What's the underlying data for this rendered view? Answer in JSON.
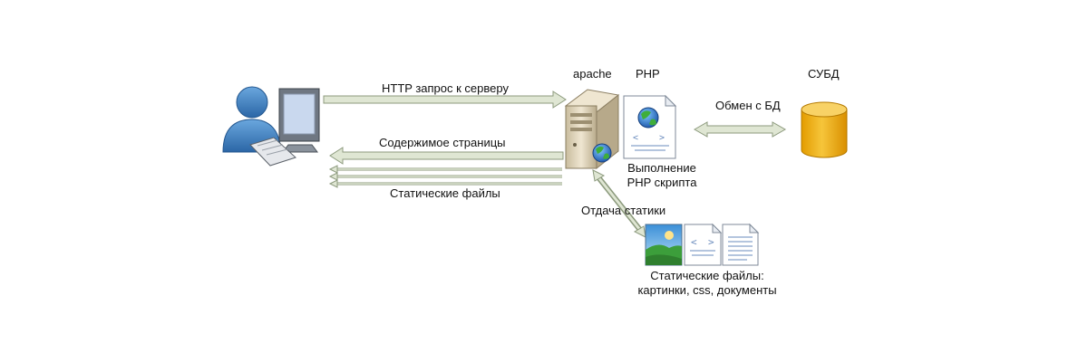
{
  "labels": {
    "apache": "apache",
    "php": "PHP",
    "dbms": "СУБД",
    "http_request": "HTTP запрос к серверу",
    "page_content": "Содержимое страницы",
    "static_files": "Статические файлы",
    "db_exchange": "Обмен с БД",
    "php_exec_line1": "Выполнение",
    "php_exec_line2": "PHP скрипта",
    "static_delivery": "Отдача статики",
    "static_files_line1": "Статические файлы:",
    "static_files_line2": "картинки, css, документы"
  },
  "colors": {
    "arrow_fill": "#dfe6d3",
    "arrow_stroke": "#8c9a7d",
    "user_blue": "#3d7fc1",
    "server_beige": "#d9cdb4",
    "db_gold": "#f2b319",
    "doc_line": "#6a8bbd"
  },
  "icons": {
    "user": "user-icon",
    "computer": "computer-icon",
    "server": "server-icon",
    "php_doc": "php-document-icon",
    "database": "database-icon",
    "image_file": "image-file-icon",
    "code_file": "code-file-icon",
    "text_file": "text-document-icon"
  }
}
